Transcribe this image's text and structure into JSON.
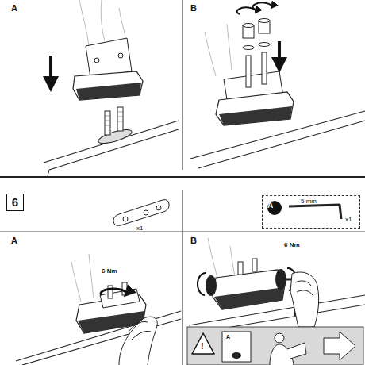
{
  "diagram": {
    "nodes": [
      {
        "text": [
          "6"
        ]
      },
      {
        "text": [
          "5 mm",
          "x1"
        ]
      },
      {
        "text": [
          "A"
        ],
        "in": 1
      }
    ],
    "labels": [
      "A",
      "B",
      "x1",
      "A",
      "6 Nm",
      "B",
      "6 Nm",
      "!",
      "A"
    ]
  }
}
